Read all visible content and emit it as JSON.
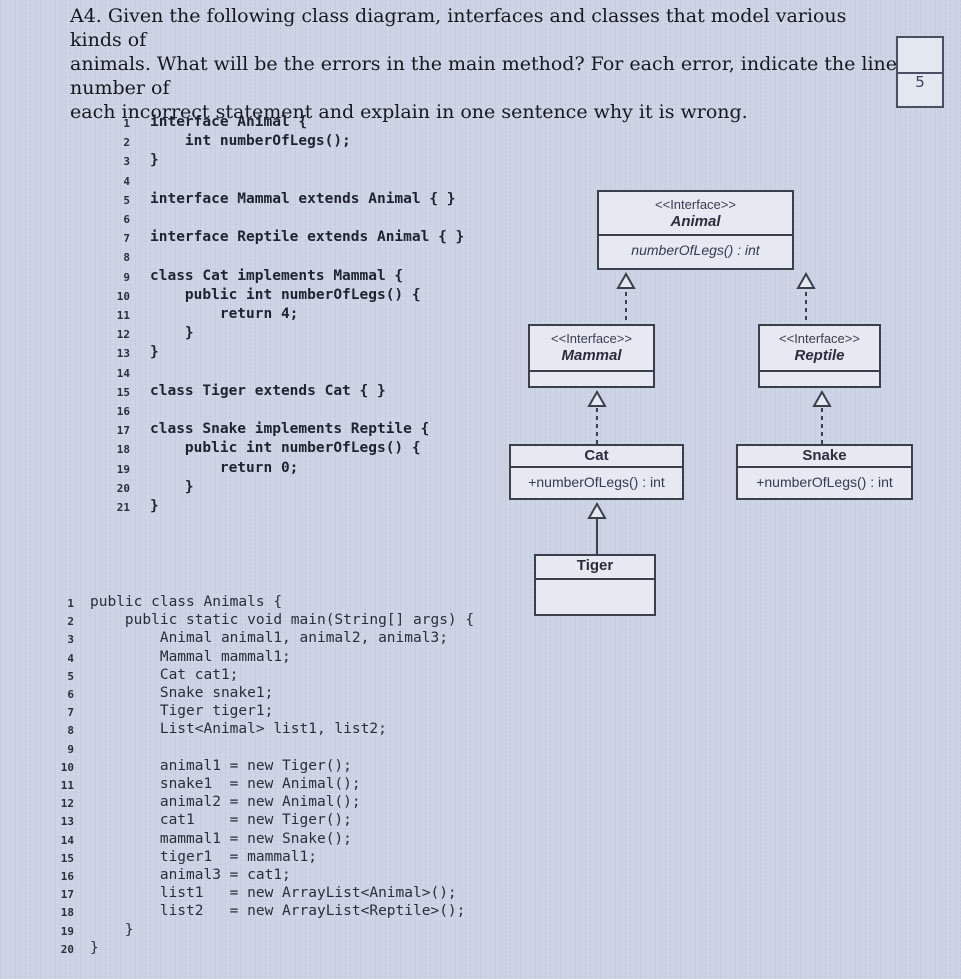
{
  "question": {
    "line1": "A4. Given the following class diagram, interfaces and classes that model various kinds of",
    "line2": "animals. What will be the errors in the main method? For each error, indicate the line number of",
    "line3": "each incorrect statement and explain in one sentence why it is wrong.",
    "points": "5"
  },
  "code_top": [
    {
      "n": "1",
      "t": "interface Animal {"
    },
    {
      "n": "2",
      "t": "    int numberOfLegs();"
    },
    {
      "n": "3",
      "t": "}"
    },
    {
      "n": "4",
      "t": ""
    },
    {
      "n": "5",
      "t": "interface Mammal extends Animal { }"
    },
    {
      "n": "6",
      "t": ""
    },
    {
      "n": "7",
      "t": "interface Reptile extends Animal { }"
    },
    {
      "n": "8",
      "t": ""
    },
    {
      "n": "9",
      "t": "class Cat implements Mammal {"
    },
    {
      "n": "10",
      "t": "    public int numberOfLegs() {"
    },
    {
      "n": "11",
      "t": "        return 4;"
    },
    {
      "n": "12",
      "t": "    }"
    },
    {
      "n": "13",
      "t": "}"
    },
    {
      "n": "14",
      "t": ""
    },
    {
      "n": "15",
      "t": "class Tiger extends Cat { }"
    },
    {
      "n": "16",
      "t": ""
    },
    {
      "n": "17",
      "t": "class Snake implements Reptile {"
    },
    {
      "n": "18",
      "t": "    public int numberOfLegs() {"
    },
    {
      "n": "19",
      "t": "        return 0;"
    },
    {
      "n": "20",
      "t": "    }"
    },
    {
      "n": "21",
      "t": "}"
    }
  ],
  "code_main": [
    {
      "n": "1",
      "t": "public class Animals {"
    },
    {
      "n": "2",
      "t": "    public static void main(String[] args) {"
    },
    {
      "n": "3",
      "t": "        Animal animal1, animal2, animal3;"
    },
    {
      "n": "4",
      "t": "        Mammal mammal1;"
    },
    {
      "n": "5",
      "t": "        Cat cat1;"
    },
    {
      "n": "6",
      "t": "        Snake snake1;"
    },
    {
      "n": "7",
      "t": "        Tiger tiger1;"
    },
    {
      "n": "8",
      "t": "        List<Animal> list1, list2;"
    },
    {
      "n": "9",
      "t": ""
    },
    {
      "n": "10",
      "t": "        animal1 = new Tiger();"
    },
    {
      "n": "11",
      "t": "        snake1  = new Animal();"
    },
    {
      "n": "12",
      "t": "        animal2 = new Animal();"
    },
    {
      "n": "13",
      "t": "        cat1    = new Tiger();"
    },
    {
      "n": "14",
      "t": "        mammal1 = new Snake();"
    },
    {
      "n": "15",
      "t": "        tiger1  = mammal1;"
    },
    {
      "n": "16",
      "t": "        animal3 = cat1;"
    },
    {
      "n": "17",
      "t": "        list1   = new ArrayList<Animal>();"
    },
    {
      "n": "18",
      "t": "        list2   = new ArrayList<Reptile>();"
    },
    {
      "n": "19",
      "t": "    }"
    },
    {
      "n": "20",
      "t": "}"
    }
  ],
  "uml": {
    "animal": {
      "stereotype": "<<Interface>>",
      "name": "Animal",
      "member": "numberOfLegs() : int"
    },
    "mammal": {
      "stereotype": "<<Interface>>",
      "name": "Mammal"
    },
    "reptile": {
      "stereotype": "<<Interface>>",
      "name": "Reptile"
    },
    "cat": {
      "name": "Cat",
      "member": "+numberOfLegs() : int"
    },
    "snake": {
      "name": "Snake",
      "member": "+numberOfLegs() : int"
    },
    "tiger": {
      "name": "Tiger"
    }
  }
}
